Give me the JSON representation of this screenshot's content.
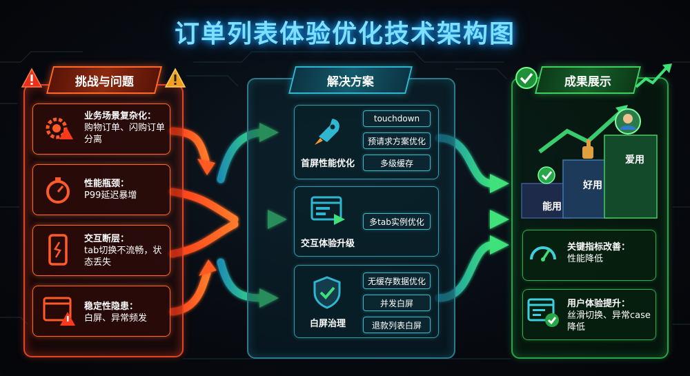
{
  "title": "订单列表体验优化技术架构图",
  "colors": {
    "challenge": "#ff5a2a",
    "solution": "#2fb7d0",
    "result": "#3fd060",
    "title": "#7ee0ff"
  },
  "challenges": {
    "header": "挑战与问题",
    "items": [
      {
        "icon": "gear-warning-icon",
        "title": "业务场景复杂化：",
        "detail": "购物订单、闪购订单分离"
      },
      {
        "icon": "stopwatch-icon",
        "title": "性能瓶颈：",
        "detail": "P99延迟暴增"
      },
      {
        "icon": "phone-crack-icon",
        "title": "交互断层：",
        "detail": "tab切换不流畅，状态丢失"
      },
      {
        "icon": "window-warning-icon",
        "title": "稳定性隐患：",
        "detail": "白屏、异常频发"
      }
    ]
  },
  "solutions": {
    "header": "解决方案",
    "groups": [
      {
        "icon": "rocket-icon",
        "label": "首屏性能优化",
        "tags": [
          "touchdown",
          "预请求方案优化",
          "多级缓存"
        ]
      },
      {
        "icon": "browser-arrow-icon",
        "label": "交互体验升级",
        "tags": [
          "多tab实例优化"
        ]
      },
      {
        "icon": "shield-icon",
        "label": "白屏治理",
        "tags": [
          "无缓存数据优化",
          "并发白屏",
          "退款列表白屏"
        ]
      }
    ]
  },
  "results": {
    "header": "成果展示",
    "steps": [
      "能用",
      "好用",
      "爱用"
    ],
    "items": [
      {
        "icon": "gauge-icon",
        "title": "关键指标改善：",
        "detail": "性能降低"
      },
      {
        "icon": "checklist-icon",
        "title": "用户体验提升：",
        "detail": "丝滑切换、异常case降低"
      }
    ]
  }
}
